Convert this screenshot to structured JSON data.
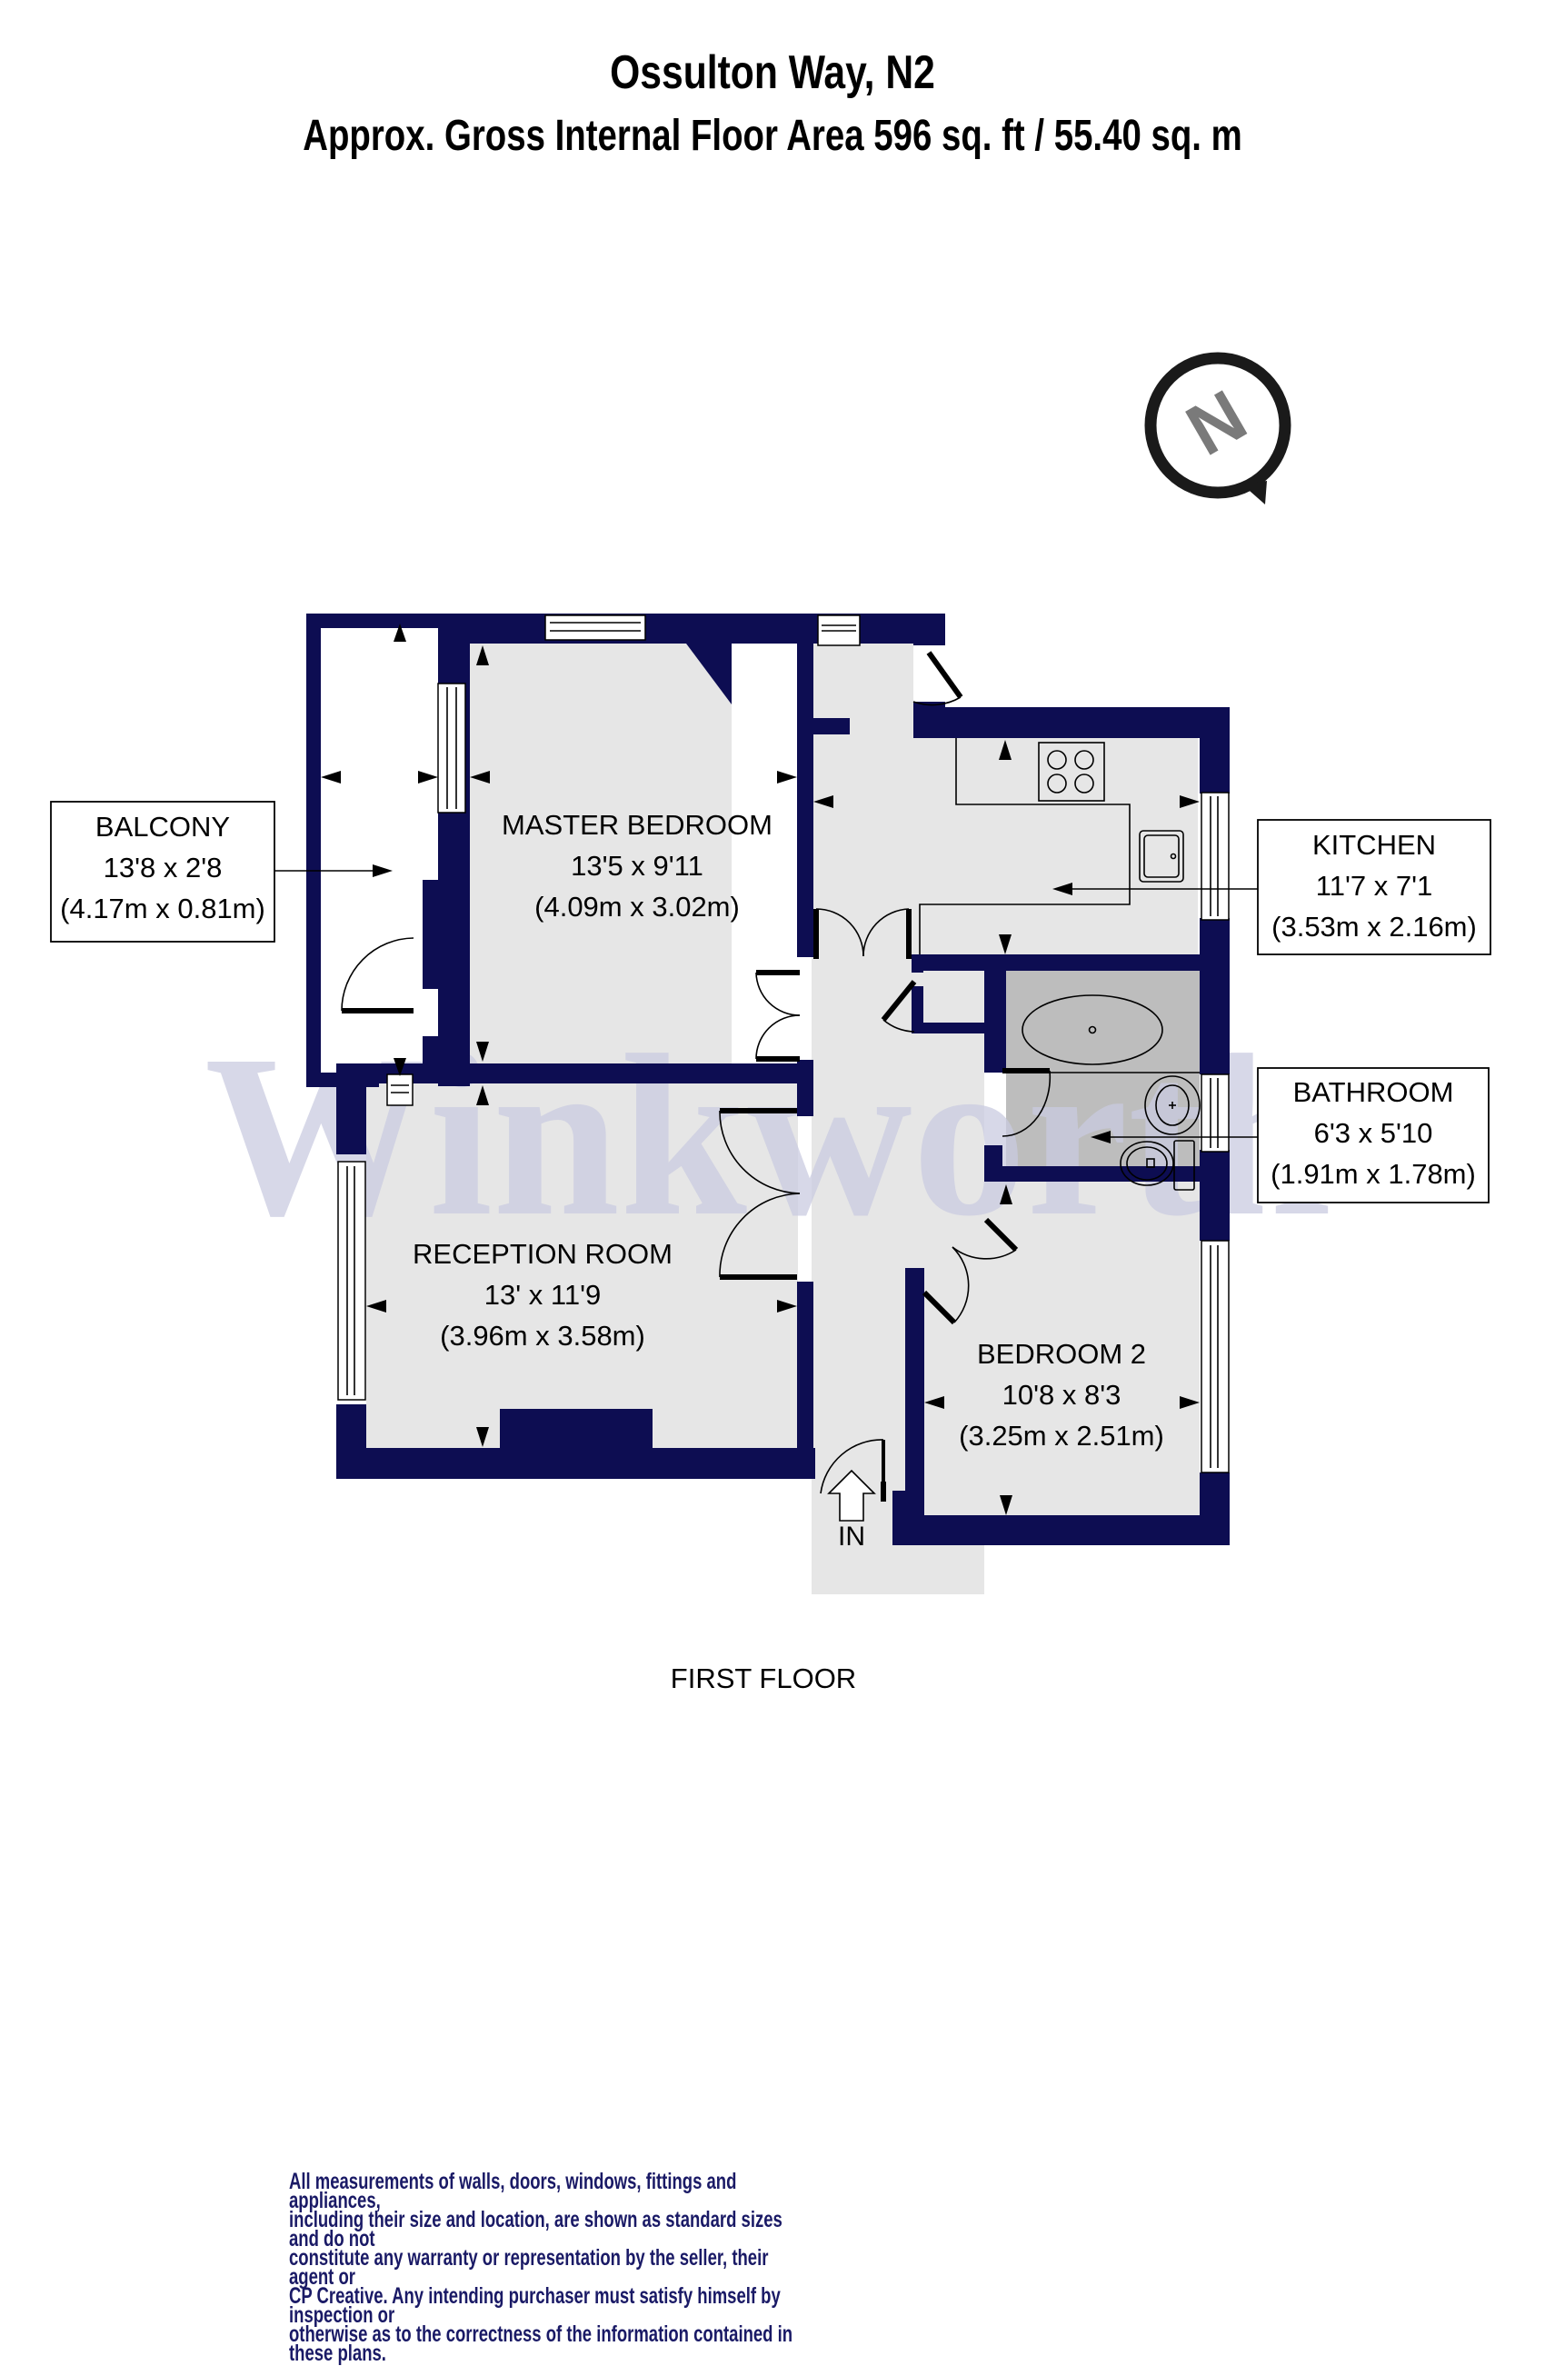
{
  "header": {
    "address": "Ossulton Way, N2",
    "area": "Approx. Gross Internal Floor Area 596 sq. ft / 55.40 sq. m"
  },
  "compass": {
    "letter": "N",
    "icon": "north-compass-icon"
  },
  "watermark": "Winkworth",
  "floor_label": "FIRST FLOOR",
  "entrance_label": "IN",
  "rooms": {
    "master_bedroom": {
      "name": "MASTER BEDROOM",
      "imperial": "13'5 x 9'11",
      "metric": "(4.09m x 3.02m)"
    },
    "reception": {
      "name": "RECEPTION ROOM",
      "imperial": "13' x 11'9",
      "metric": "(3.96m x 3.58m)"
    },
    "bedroom2": {
      "name": "BEDROOM 2",
      "imperial": "10'8 x 8'3",
      "metric": "(3.25m x 2.51m)"
    }
  },
  "callouts": {
    "balcony": {
      "name": "BALCONY",
      "imperial": "13'8 x 2'8",
      "metric": "(4.17m x 0.81m)"
    },
    "kitchen": {
      "name": "KITCHEN",
      "imperial": "11'7 x 7'1",
      "metric": "(3.53m x 2.16m)"
    },
    "bathroom": {
      "name": "BATHROOM",
      "imperial": "6'3 x 5'10",
      "metric": "(1.91m x 1.78m)"
    }
  },
  "disclaimer": "All measurements of walls, doors, windows, fittings and appliances,\nincluding their size and location, are shown as standard sizes and do not\nconstitute any warranty or representation by the seller, their agent or\nCP Creative. Any intending purchaser must satisfy himself by inspection or\notherwise as to the correctness of the information contained in these plans.",
  "colors": {
    "wall": "#0d0d52",
    "floor": "#e6e6e6",
    "bathroom_floor": "#bdbdbd",
    "watermark": "#c9cbe0",
    "disclaimer_text": "#1a1a66"
  }
}
